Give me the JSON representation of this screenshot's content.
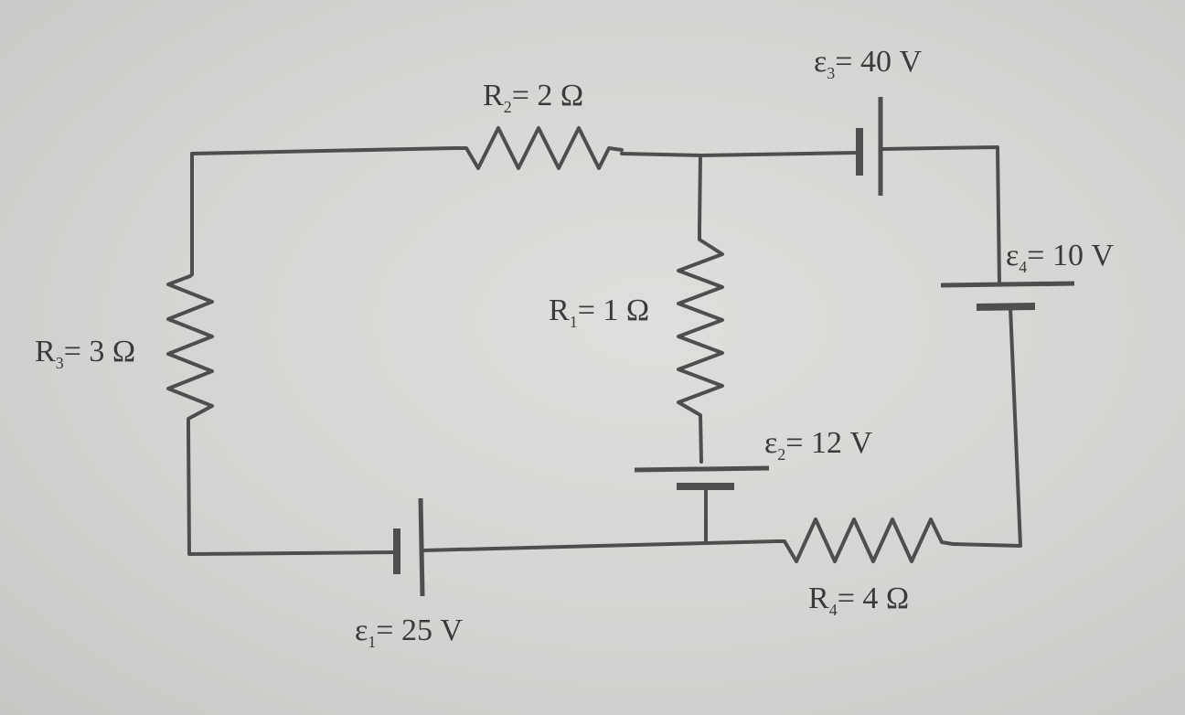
{
  "components": {
    "R1": {
      "symbol": "R",
      "subscript": "1",
      "value": "= 1 Ω"
    },
    "R2": {
      "symbol": "R",
      "subscript": "2",
      "value": "= 2 Ω"
    },
    "R3": {
      "symbol": "R",
      "subscript": "3",
      "value": "= 3 Ω"
    },
    "R4": {
      "symbol": "R",
      "subscript": "4",
      "value": "= 4 Ω"
    },
    "E1": {
      "symbol": "ε",
      "subscript": "1",
      "value": "= 25 V"
    },
    "E2": {
      "symbol": "ε",
      "subscript": "2",
      "value": "= 12 V"
    },
    "E3": {
      "symbol": "ε",
      "subscript": "3",
      "value": "= 40 V"
    },
    "E4": {
      "symbol": "ε",
      "subscript": "4",
      "value": "= 10 V"
    }
  }
}
